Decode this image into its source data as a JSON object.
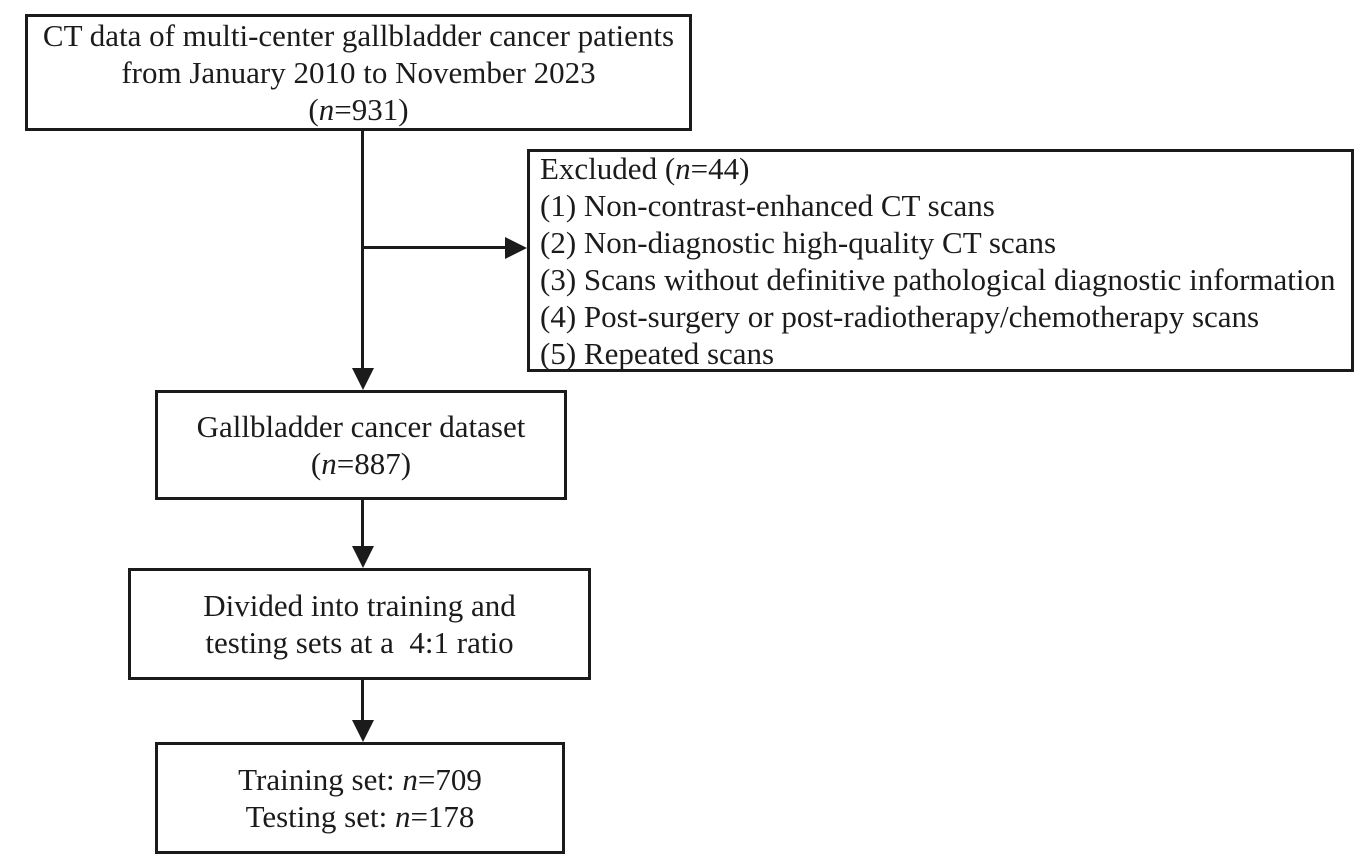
{
  "figure": {
    "type": "flow-diagram",
    "topic": "Patient selection flowchart for multi-center gallbladder cancer CT dataset"
  },
  "colors": {
    "text": "#1b1b1b",
    "border": "#1b1b1b",
    "background": "#ffffff"
  },
  "boxes": {
    "source": {
      "line1": "CT data of multi-center gallbladder cancer patients",
      "line2": "from January 2010 to November 2023",
      "count": {
        "pre": "(",
        "var": "n",
        "post": "=931)"
      }
    },
    "excluded": {
      "header": {
        "pre": "Excluded (",
        "var": "n",
        "post": "=44)"
      },
      "items": [
        "(1) Non-contrast-enhanced CT scans",
        "(2) Non-diagnostic high-quality CT scans",
        "(3) Scans without definitive pathological diagnostic information",
        "(4) Post-surgery or post-radiotherapy/chemotherapy scans",
        "(5) Repeated scans"
      ]
    },
    "dataset": {
      "line1": "Gallbladder cancer dataset",
      "count": {
        "pre": "(",
        "var": "n",
        "post": "=887)"
      }
    },
    "split": {
      "line1": "Divided into training and",
      "line2": "testing sets at a  4:1 ratio"
    },
    "sets": {
      "training": {
        "pre": "Training set: ",
        "var": "n",
        "post": "=709"
      },
      "testing": {
        "pre": "Testing set: ",
        "var": "n",
        "post": "=178"
      }
    }
  }
}
